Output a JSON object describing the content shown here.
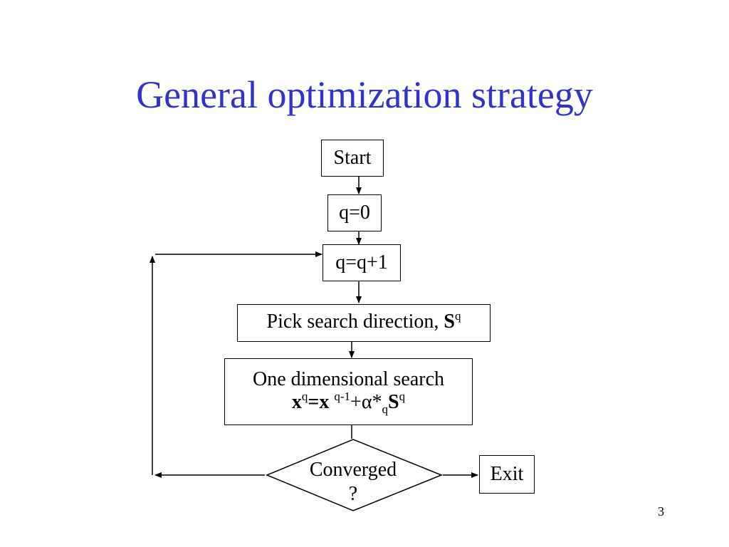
{
  "slide": {
    "title": "General optimization strategy",
    "page_number": "3"
  },
  "flowchart": {
    "start_label": "Start",
    "init_label": "q=0",
    "increment_label": "q=q+1",
    "pick_direction_label": "Pick search direction,",
    "pick_direction_symbol": "S",
    "pick_direction_superscript": "q",
    "search_title": "One dimensional search",
    "search_formula": {
      "lhs": "x",
      "lhs_superscript": "q",
      "equals_x": "=x",
      "x_superscript": "q-1",
      "plus_alpha": "+α*",
      "alpha_subscript": "q",
      "s": "S",
      "s_superscript": "q"
    },
    "decision_line1": "Converged",
    "decision_line2": "?",
    "exit_label": "Exit"
  }
}
